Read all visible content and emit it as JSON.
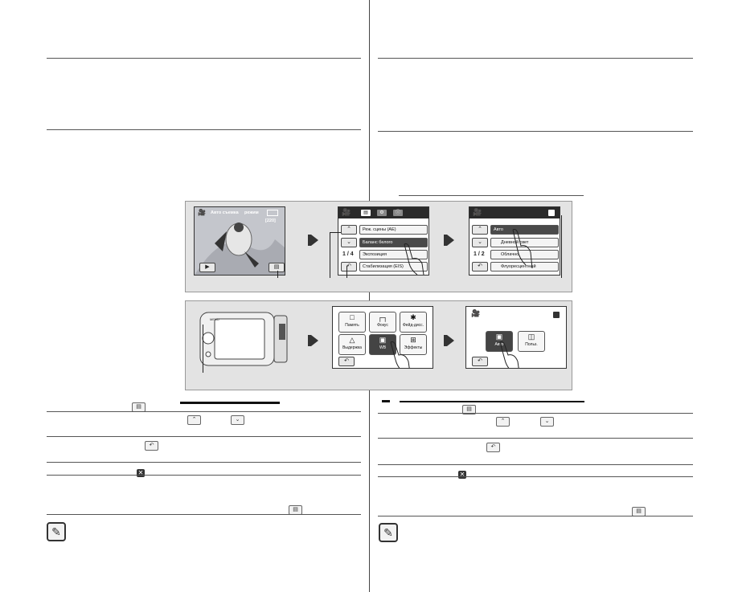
{
  "colors": {
    "background": "#ffffff",
    "band": "#e3e3e3",
    "screen_bar": "#2a2a2a",
    "line": "#555555",
    "selected_item": "#4a4a4a"
  },
  "top_screens": {
    "photo_screen": {
      "status_text": "Авто съемка",
      "mode_text": "режим",
      "counter": "[220]"
    },
    "menu_screen": {
      "tab_icons": [
        "menu-tab-icon",
        "settings-tab-icon",
        "info-tab-icon"
      ],
      "page": "1 / 4",
      "items": [
        "Реж. сцены (AE)",
        "Баланс белого",
        "Экспозиция",
        "Стабилизация (EIS)"
      ]
    },
    "wb_screen": {
      "page": "1 / 2",
      "items": [
        "Авто",
        "Дневной свет",
        "Облачно",
        "Флуоресцентный"
      ]
    }
  },
  "bottom_screens": {
    "device_label": "MENU",
    "menu_tiles": [
      "Память",
      "Фокус",
      "Фейд-дисс.",
      "Выдержка",
      "WB",
      "Эффекты"
    ],
    "wb_options": [
      "Авто",
      "Польз."
    ]
  },
  "icons": {
    "menu": "menu-icon",
    "up": "up-icon",
    "down": "down-icon",
    "back": "back-icon",
    "close": "close-icon",
    "note": "note-icon",
    "hand": "hand-pointer-icon"
  }
}
